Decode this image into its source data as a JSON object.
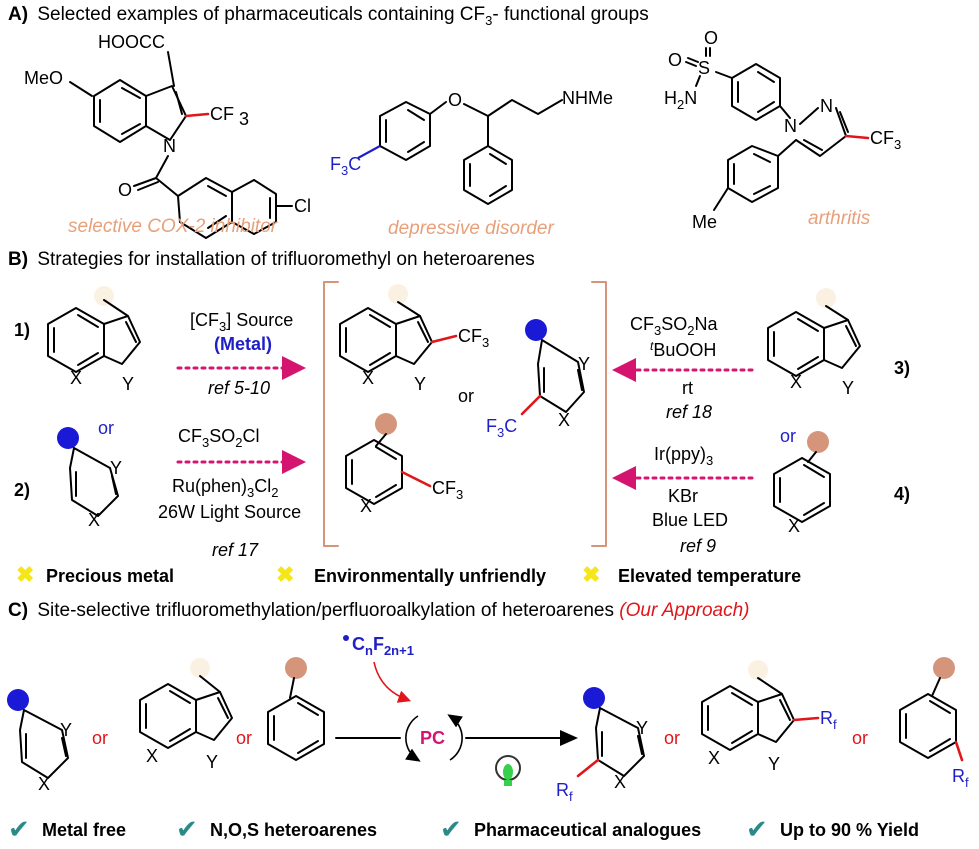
{
  "sectionA": {
    "letter": "A)",
    "title": "Selected examples of pharmaceuticals containing CF",
    "title_sub": "3",
    "title_tail": "- functional groups",
    "mol1": {
      "acid": "HOOCC",
      "meo": "MeO",
      "cf3": "CF",
      "cf3_sub": "3",
      "n": "N",
      "o": "O",
      "cl": "Cl",
      "caption": "selective COX-2 inhibitor"
    },
    "mol2": {
      "o": "O",
      "nhme": "NHMe",
      "f3c": "F",
      "f3c_sub": "3",
      "f3c_tail": "C",
      "caption": "depressive disorder"
    },
    "mol3": {
      "o1": "O",
      "o2": "O",
      "s": "S",
      "h2n": "H",
      "h2n_sub": "2",
      "h2n_tail": "N",
      "n1": "N",
      "n2": "N",
      "cf3": "CF",
      "cf3_sub": "3",
      "me": "Me",
      "caption": "arthritis"
    }
  },
  "sectionB": {
    "letter": "B)",
    "title": "Strategies for installation of trifluoromethyl on heteroarenes",
    "r1": {
      "num": "1)",
      "l1": "[CF",
      "l1_sub": "3",
      "l1_tail": "] Source",
      "l2": "(Metal)",
      "ref": "ref 5-10"
    },
    "r2": {
      "num": "2)",
      "or": "or",
      "l1": "CF",
      "l1_sub": "3",
      "l1_tail": "SO",
      "l1_sub2": "2",
      "l1_tail2": "Cl",
      "l2": "Ru(phen)",
      "l2_sub": "3",
      "l2_tail": "Cl",
      "l2_sub2": "2",
      "l3": "26W Light Source",
      "ref": "ref 17"
    },
    "r3": {
      "num": "3)",
      "l1": "CF",
      "l1_sub": "3",
      "l1_tail": "SO",
      "l1_sub2": "2",
      "l1_tail2": "Na",
      "l2_sup": "t",
      "l2": "BuOOH",
      "l3": "rt",
      "ref": "ref 18"
    },
    "r4": {
      "num": "4)",
      "or": "or",
      "l1": "Ir(ppy)",
      "l1_sub": "3",
      "l2": "KBr",
      "l3": "Blue LED",
      "ref": "ref 9"
    },
    "center": {
      "or": "or",
      "cf3": "CF",
      "cf3_sub": "3",
      "f3c": "F",
      "f3c_sub": "3",
      "f3c_tail": "C"
    },
    "atoms": {
      "x": "X",
      "y": "Y"
    },
    "drawbacks": [
      "Precious metal",
      "Environmentally unfriendly",
      "Elevated temperature"
    ]
  },
  "sectionC": {
    "letter": "C)",
    "title": "Site-selective trifluoromethylation/perfluoroalkylation of heteroarenes ",
    "approach": "(Our Approach)",
    "or": "or",
    "radical_c": "C",
    "radical_n": "n",
    "radical_f": "F",
    "radical_sub": "2n+1",
    "pc": "PC",
    "rf": "R",
    "rf_sub": "f",
    "checks": [
      "Metal free",
      "N,O,S heteroarenes",
      "Pharmaceutical analogues",
      "Up to  90 % Yield"
    ]
  },
  "colors": {
    "blue": "#1f1fc8",
    "red": "#e0161b",
    "pink": "#d4146f",
    "caption": "#e8a07a",
    "cross": "#f5e61a",
    "check": "#2a8a87",
    "dot_blue": "#1a1ad6",
    "dot_tan": "#d4957a",
    "dot_cream": "#fbf1e2",
    "bulb": "#35d14a"
  }
}
